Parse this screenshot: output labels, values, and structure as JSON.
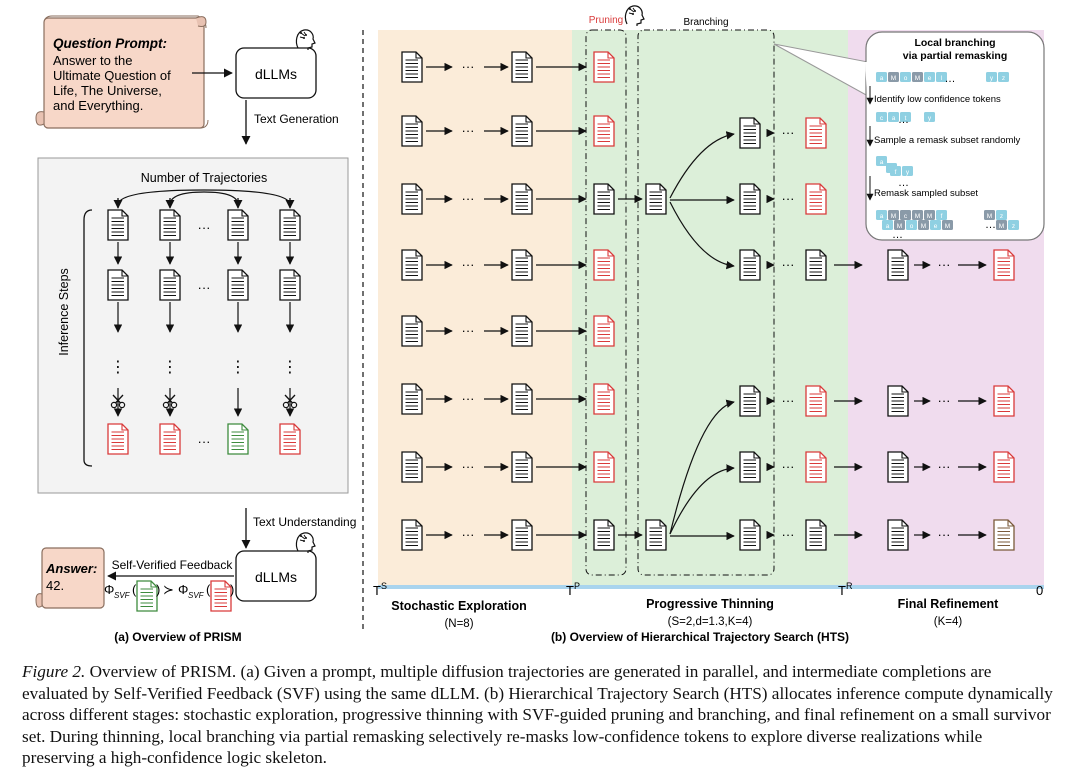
{
  "left_panel": {
    "question_title": "Question Prompt:",
    "question_lines": [
      "Answer to the",
      "Ultimate Question of",
      "Life, The Universe,",
      "and Everything."
    ],
    "dllm_top": "dLLMs",
    "text_generation": "Text Generation",
    "num_trajectories": "Number of Trajectories",
    "inference_steps": "Inference Steps",
    "text_understanding": "Text Understanding",
    "answer_title": "Answer:",
    "answer_value": "42.",
    "svf_label": "Self-Verified Feedback",
    "svf_formula_left": "Φ",
    "svf_formula_sub": "SVF",
    "svf_gt": "≻",
    "dllm_bottom": "dLLMs",
    "caption_a_prefix": "(a) Overview of ",
    "caption_a_name": "PRISM"
  },
  "right_panel": {
    "pruning": "Pruning",
    "branching": "Branching",
    "callout_title_1": "Local branching",
    "callout_title_2": "via partial remasking",
    "callout_step1": "Identify low confidence tokens",
    "callout_step2": "Sample a remask subset randomly",
    "callout_step3": "Remask sampled subset",
    "axis_ts": "T",
    "axis_ts_sup": "S",
    "axis_tp": "T",
    "axis_tp_sup": "P",
    "axis_tr": "T",
    "axis_tr_sup": "R",
    "axis_zero": "0",
    "stage1_title": "Stochastic Exploration",
    "stage1_param": "(N=8)",
    "stage2_title": "Progressive Thinning",
    "stage2_param": "(S=2,d=1.3,K=4)",
    "stage3_title": "Final Refinement",
    "stage3_param": "(K=4)",
    "caption_b": "(b) Overview of Hierarchical Trajectory Search (HTS)"
  },
  "caption": {
    "label": "Figure 2.",
    "text": "Overview of PRISM. (a) Given a prompt, multiple diffusion trajectories are generated in parallel, and intermediate completions are evaluated by Self-Verified Feedback (SVF) using the same dLLM. (b) Hierarchical Trajectory Search (HTS) allocates inference compute dynamically across different stages: stochastic exploration, progressive thinning with SVF-guided pruning and branching, and final refinement on a small survivor set. During thinning, local branching via partial remasking selectively re-masks low-confidence tokens to explore diverse realizations while preserving a high-confidence logic skeleton."
  },
  "colors": {
    "exploration_bg": "#fbecd9",
    "thinning_bg": "#dcefd9",
    "refinement_bg": "#f0dcee",
    "pruned_red": "#d93a3a",
    "answer_green": "#3d8b3d",
    "final_brown": "#7a5a3a",
    "prompt_bg": "#f7d7c8",
    "token_blue": "#8fd0e2",
    "token_gray": "#8a9aa8",
    "axis_blue": "#a9d4ee"
  }
}
